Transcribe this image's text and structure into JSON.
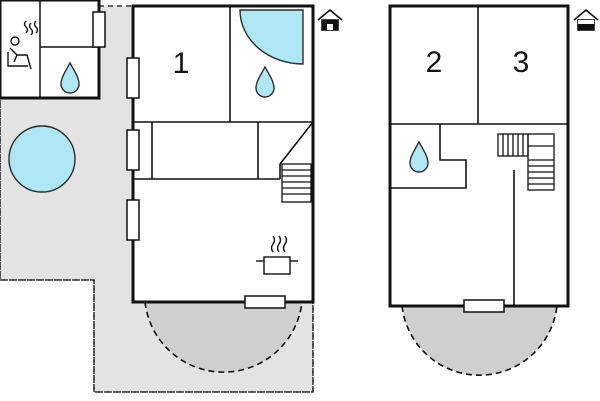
{
  "colors": {
    "wall": "#111111",
    "outdoor_area": "#e3e3e3",
    "water": "#aee6f4",
    "water_stroke": "#2c2c2c",
    "background": "#ffffff"
  },
  "floors": [
    {
      "name": "",
      "icon": "house-ground-floor-icon",
      "rooms": [
        {
          "label": "1",
          "type": "bedroom"
        },
        {
          "label": "",
          "type": "bathroom",
          "icons": [
            "shower-icon",
            "water-drop-icon"
          ]
        },
        {
          "label": "",
          "type": "hallway"
        },
        {
          "label": "",
          "type": "kitchen-living",
          "icons": [
            "cooking-pot-icon",
            "staircase-icon"
          ]
        },
        {
          "label": "",
          "type": "sauna",
          "icons": [
            "sauna-icon",
            "water-drop-icon"
          ]
        }
      ],
      "outdoor": [
        "terrace",
        "hot-tub",
        "semicircular-patio"
      ]
    },
    {
      "name": "",
      "icon": "house-upper-floor-icon",
      "rooms": [
        {
          "label": "2",
          "type": "bedroom"
        },
        {
          "label": "3",
          "type": "bedroom"
        },
        {
          "label": "",
          "type": "bathroom",
          "icons": [
            "water-drop-icon"
          ]
        },
        {
          "label": "",
          "type": "landing",
          "icons": [
            "staircase-icon"
          ]
        }
      ],
      "outdoor": [
        "semicircular-balcony"
      ]
    }
  ]
}
